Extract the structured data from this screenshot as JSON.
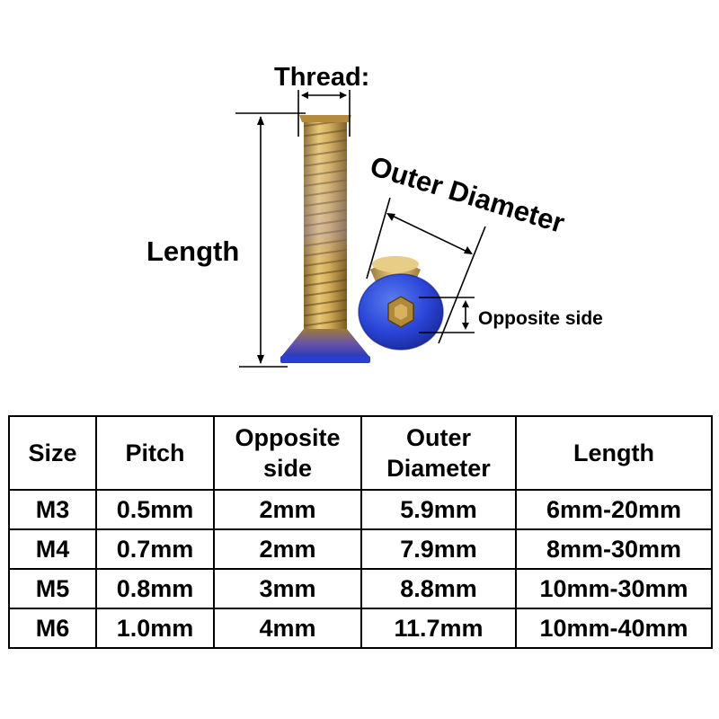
{
  "diagram": {
    "thread_label": "Thread:",
    "length_label": "Length",
    "outer_diameter_label": "Outer Diameter",
    "opposite_side_label": "Opposite side"
  },
  "table": {
    "headers": {
      "size": "Size",
      "pitch": "Pitch",
      "opposite_side_line1": "Opposite",
      "opposite_side_line2": "side",
      "outer_diameter_line1": "Outer",
      "outer_diameter_line2": "Diameter",
      "length": "Length"
    },
    "rows": [
      {
        "size": "M3",
        "pitch": "0.5mm",
        "opposite_side": "2mm",
        "outer_diameter": "5.9mm",
        "length": "6mm-20mm"
      },
      {
        "size": "M4",
        "pitch": "0.7mm",
        "opposite_side": "2mm",
        "outer_diameter": "7.9mm",
        "length": "8mm-30mm"
      },
      {
        "size": "M5",
        "pitch": "0.8mm",
        "opposite_side": "3mm",
        "outer_diameter": "8.8mm",
        "length": "10mm-30mm"
      },
      {
        "size": "M6",
        "pitch": "1.0mm",
        "opposite_side": "4mm",
        "outer_diameter": "11.7mm",
        "length": "10mm-40mm"
      }
    ]
  },
  "colors": {
    "screw_gold": "#c9a24a",
    "screw_blue": "#2a3fd0",
    "screw_purple": "#5a4ab0",
    "line": "#000000"
  }
}
